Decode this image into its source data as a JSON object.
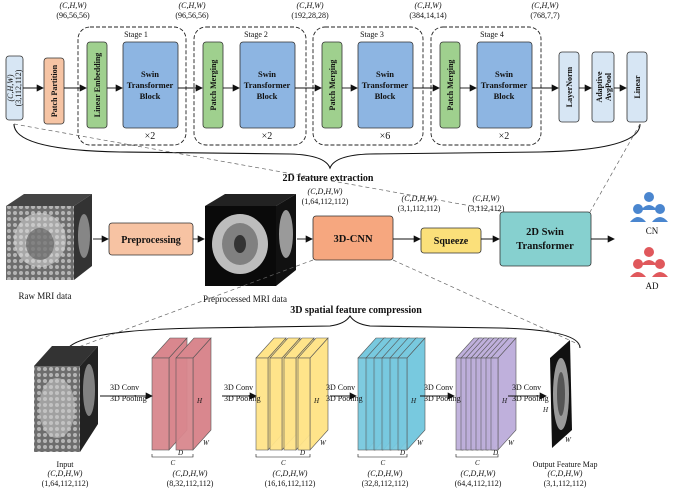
{
  "colors": {
    "input_box": "#d7e6f4",
    "patch_partition": "#f6c4a4",
    "linear_embedding": "#9fd08e",
    "swin_block": "#8db5e2",
    "patch_merging": "#9fd08e",
    "head_box": "#d7e6f4",
    "preprocessing": "#f7c3a3",
    "cnn3d": "#f6a77f",
    "squeeze": "#fbe07a",
    "swin2d": "#86d0cf",
    "person_blue": "#4a86cf",
    "person_red": "#e0585c",
    "slab_red": "#d9878e",
    "slab_yellow": "#ffe48a",
    "slab_cyan": "#78c9df",
    "slab_purple": "#bfb0dc"
  },
  "top": {
    "input_label": "(C,H,W)",
    "input_dims": "(3,112,112)",
    "patch_partition": "Patch Partition",
    "linear_embedding": "Linear Embedding",
    "patch_merging": "Patch Merging",
    "swin_block_line1": "Swin",
    "swin_block_line2": "Transformer",
    "swin_block_line3": "Block",
    "stages": [
      {
        "name": "Stage 1",
        "repeat": "×2",
        "shape": "(C,H,W)",
        "dims": "(96,56,56)"
      },
      {
        "name": "Stage 2",
        "repeat": "×2",
        "shape": "(C,H,W)",
        "dims": "(96,56,56)"
      },
      {
        "name": "Stage 3",
        "repeat": "×6",
        "shape": "(C,H,W)",
        "dims": "(192,28,28)"
      },
      {
        "name": "Stage 4",
        "repeat": "×2",
        "shape": "(C,H,W)",
        "dims": "(384,14,14)"
      }
    ],
    "out_shape": "(C,H,W)",
    "out_dims": "(768,7,7)",
    "layernorm": "LayerNorm",
    "avgpool_line1": "Adaptive",
    "avgpool_line2": "AvgPool",
    "linear": "Linear",
    "brace_label": "2D feature extraction"
  },
  "middle": {
    "raw_label": "Raw MRI data",
    "preprocessing": "Preprocessing",
    "pre_label": "Preprocessed MRI data",
    "shape1": "(C,D,H,W)",
    "dims1": "(1,64,112,112)",
    "cnn": "3D-CNN",
    "shape2": "(C,D,H,W)",
    "dims2": "(3,1,112,112)",
    "squeeze": "Squeeze",
    "shape3": "(C,H,W)",
    "dims3": "(3,112,112)",
    "swin_line1": "2D Swin",
    "swin_line2": "Transformer",
    "cn": "CN",
    "ad": "AD"
  },
  "bottom": {
    "brace_label": "3D spatial feature compression",
    "input_label": "Input",
    "input_shape": "(C,D,H,W)",
    "input_dims": "(1,64,112,112)",
    "conv_label": "3D Conv",
    "pool_label": "3D Pooling",
    "h": "H",
    "w": "W",
    "c": "C",
    "d": "D",
    "blocks": [
      {
        "shape": "(C,D,H,W)",
        "dims": "(8,32,112,112)"
      },
      {
        "shape": "(C,D,H,W)",
        "dims": "(16,16,112,112)"
      },
      {
        "shape": "(C,D,H,W)",
        "dims": "(32,8,112,112)"
      },
      {
        "shape": "(C,D,H,W)",
        "dims": "(64,4,112,112)"
      }
    ],
    "output_label": "Output Feature Map",
    "output_shape": "(C,D,H,W)",
    "output_dims": "(3,1,112,112)"
  }
}
